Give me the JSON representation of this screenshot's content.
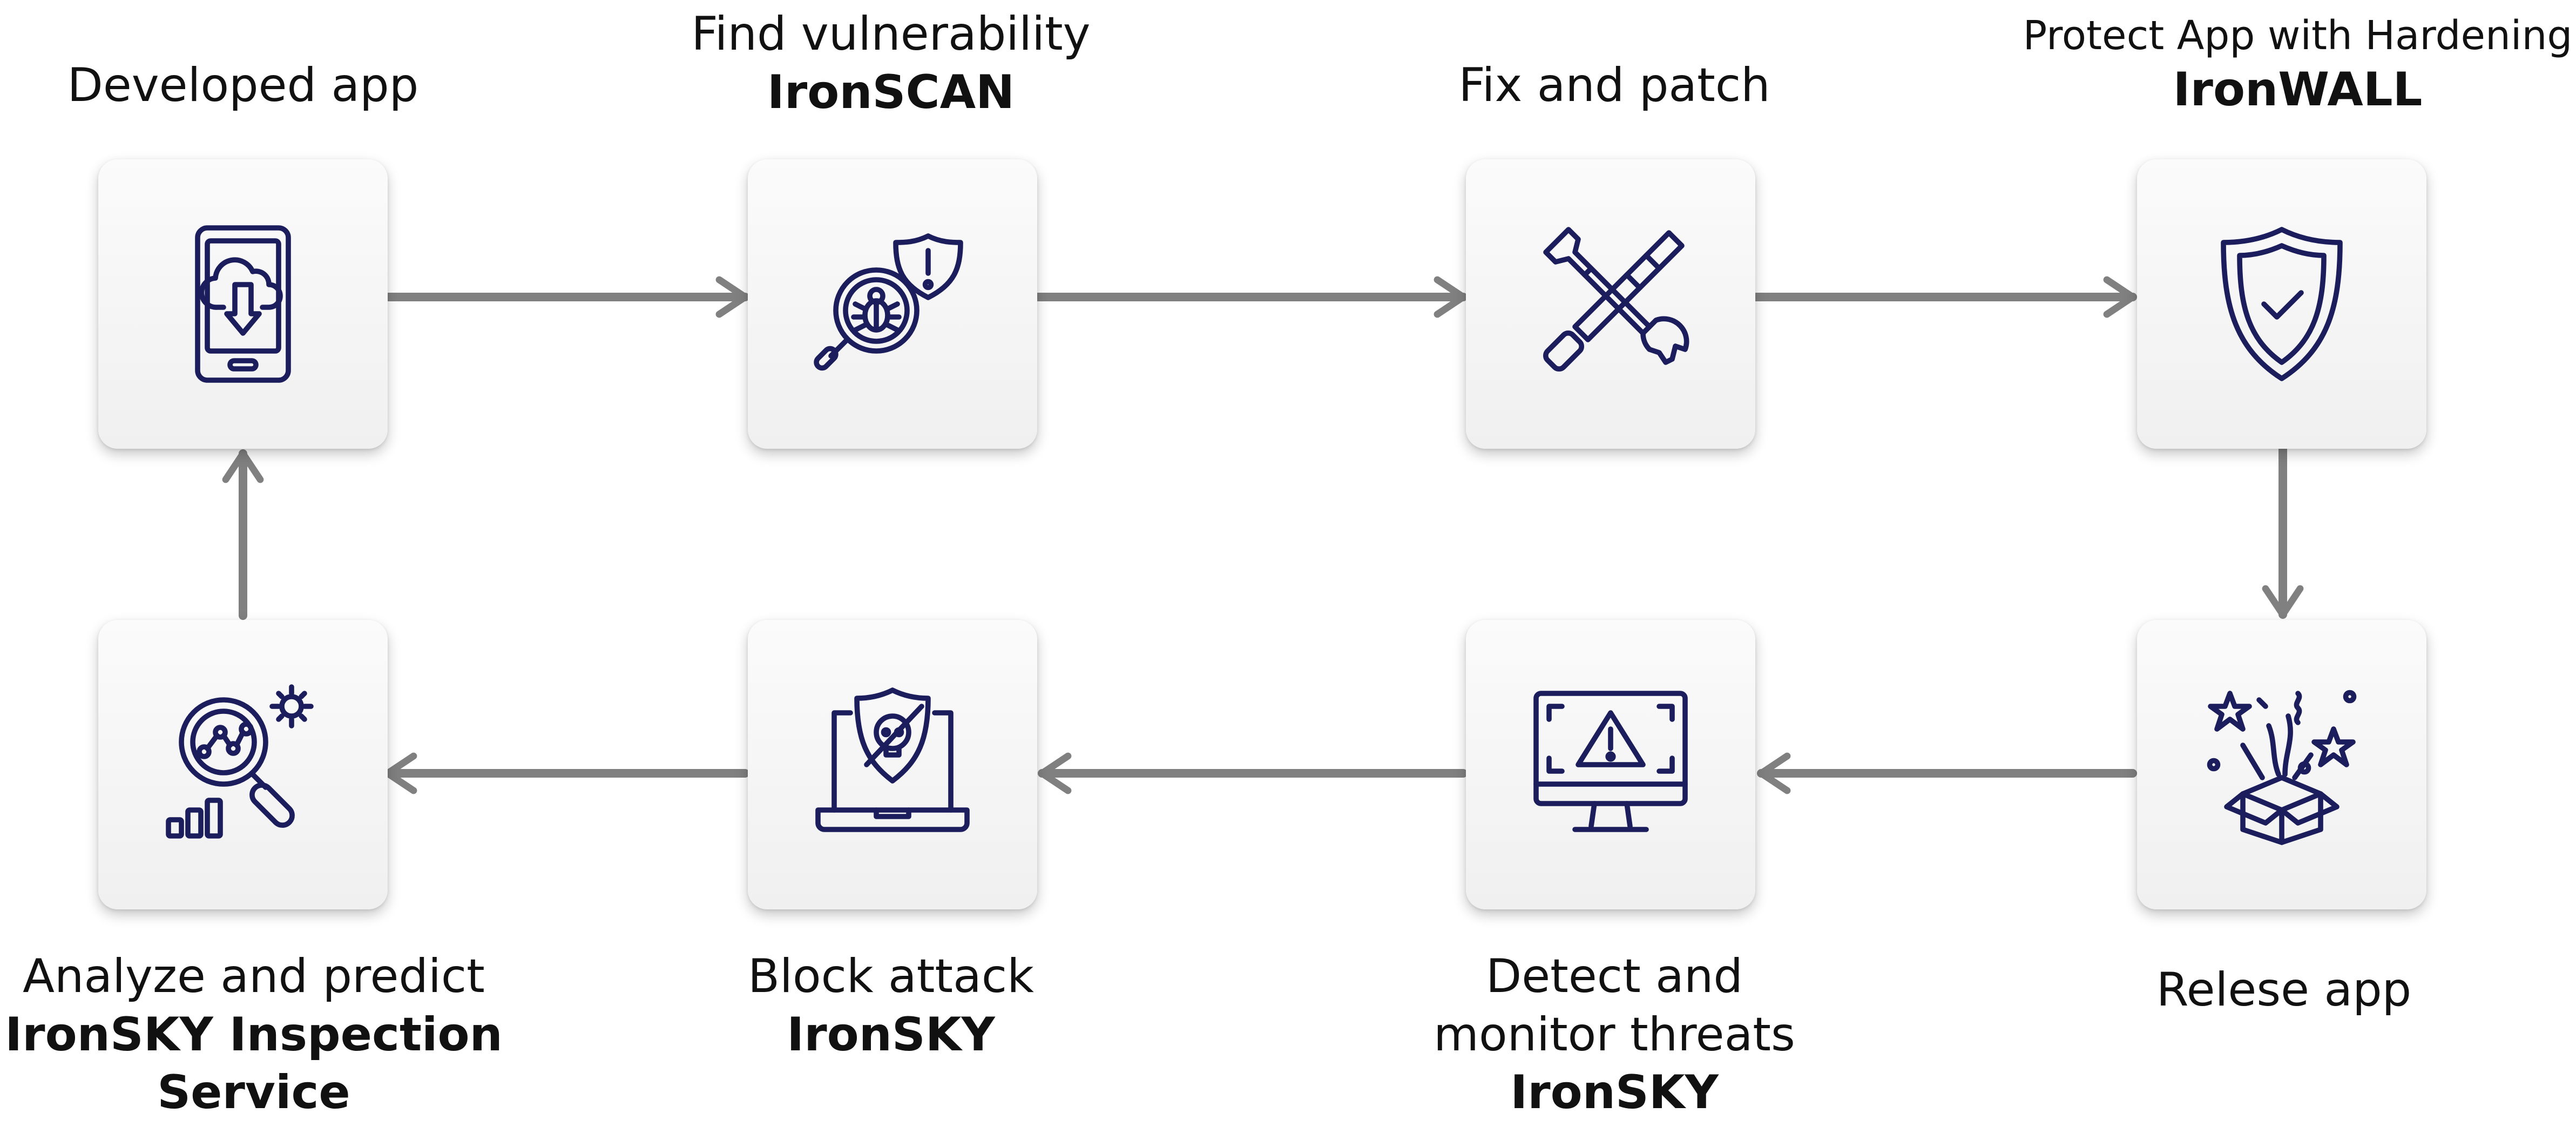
{
  "colors": {
    "icon_stroke": "#1b1d5c",
    "arrow": "#808080",
    "node_fill": "#f5f5f5"
  },
  "nodes": {
    "developed_app": {
      "label": "Developed app",
      "icon": "mobile-download-icon"
    },
    "find_vulnerability": {
      "label": "Find vulnerability",
      "product": "IronSCAN",
      "icon": "bug-scan-icon"
    },
    "fix_and_patch": {
      "label": "Fix and patch",
      "icon": "wrench-screwdriver-icon"
    },
    "protect_app": {
      "label": "Protect App with Hardening",
      "product": "IronWALL",
      "icon": "shield-check-icon"
    },
    "release_app": {
      "label": "Relese app",
      "icon": "gift-box-icon"
    },
    "detect_monitor": {
      "label_line1": "Detect and",
      "label_line2": "monitor threats",
      "product": "IronSKY",
      "icon": "monitor-warning-icon"
    },
    "block_attack": {
      "label": "Block attack",
      "product": "IronSKY",
      "icon": "laptop-shield-icon"
    },
    "analyze_predict": {
      "label": "Analyze and predict",
      "product_line1": "IronSKY Inspection",
      "product_line2": "Service",
      "icon": "analytics-icon"
    }
  }
}
